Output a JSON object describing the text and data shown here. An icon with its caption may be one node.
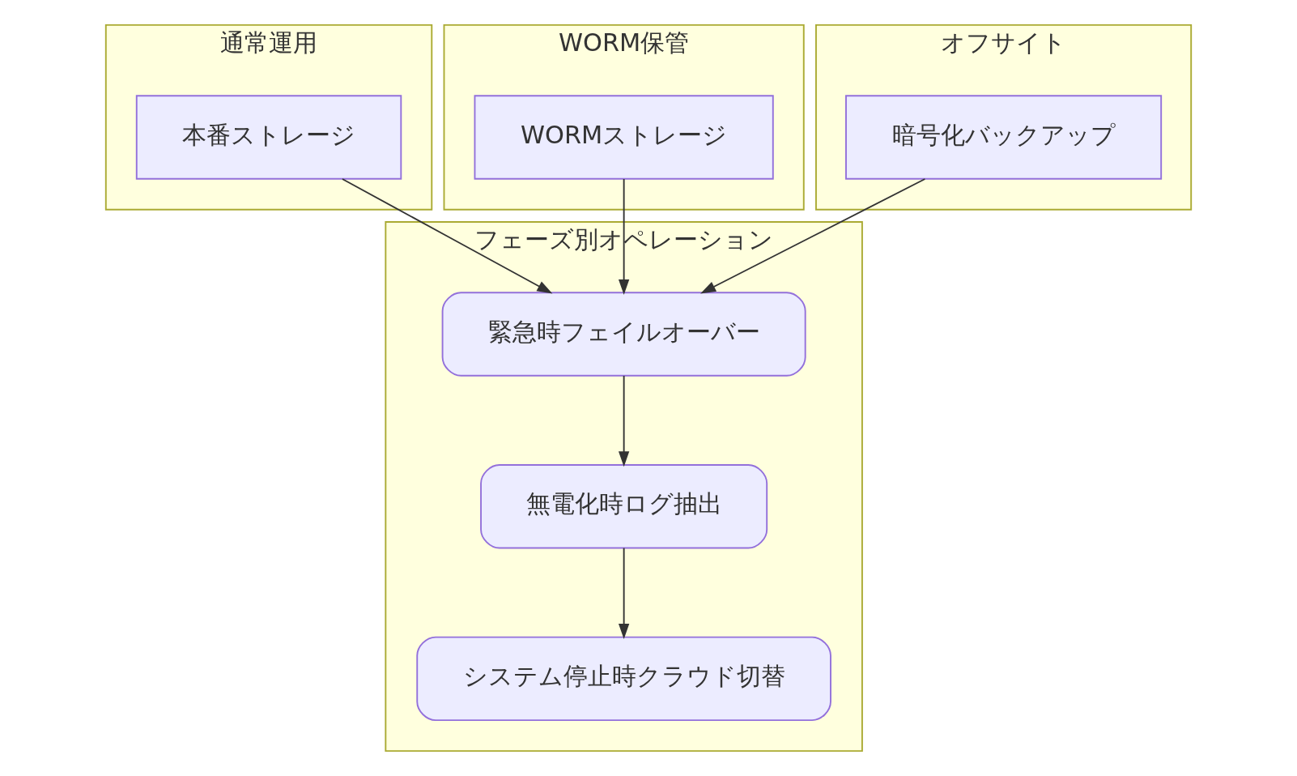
{
  "diagram": {
    "nodes": [
      {
        "text": [
          "通常運用"
        ]
      },
      {
        "text": [
          "本番ストレージ"
        ],
        "in": 0
      },
      {
        "text": [
          "WORM保管"
        ]
      },
      {
        "text": [
          "WORMストレージ"
        ],
        "in": 2
      },
      {
        "text": [
          "オフサイト"
        ]
      },
      {
        "text": [
          "暗号化バックアップ"
        ],
        "in": 4
      },
      {
        "text": [
          "フェーズ別オペレーション"
        ]
      },
      {
        "text": [
          "緊急時フェイルオーバー"
        ],
        "in": 6
      },
      {
        "text": [
          "無電化時ログ抽出"
        ],
        "in": 6
      },
      {
        "text": [
          "システム停止時クラウド切替"
        ],
        "in": 6
      }
    ],
    "edges": [
      {
        "from": 1,
        "to": 7,
        "arrow": "to"
      },
      {
        "from": 3,
        "to": 7,
        "arrow": "to"
      },
      {
        "from": 5,
        "to": 7,
        "arrow": "to"
      },
      {
        "from": 7,
        "to": 8,
        "arrow": "to"
      },
      {
        "from": 8,
        "to": 9,
        "arrow": "to"
      }
    ]
  }
}
